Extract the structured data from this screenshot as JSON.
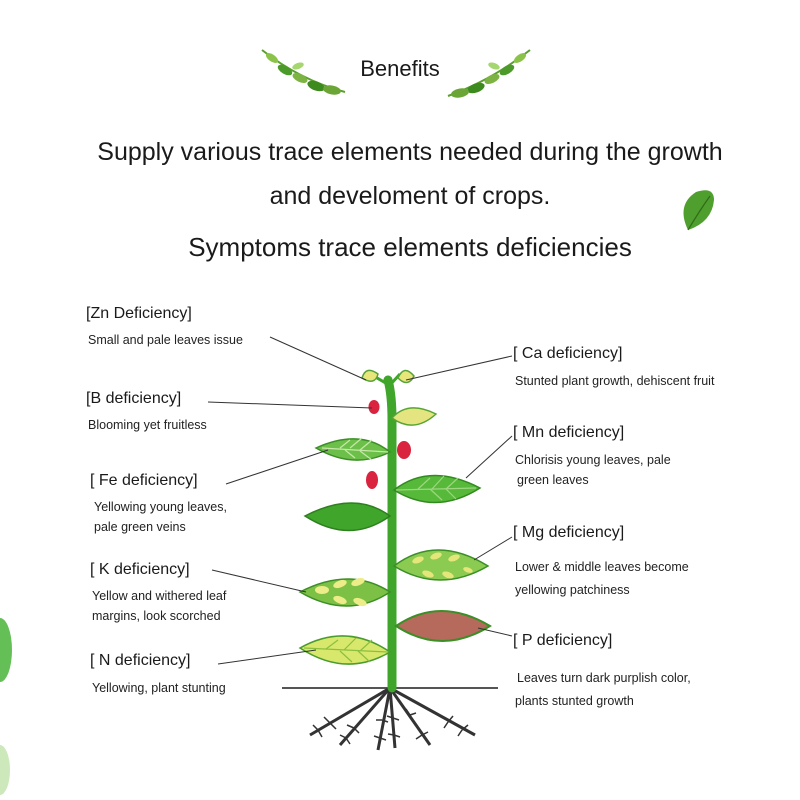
{
  "header": {
    "title": "Benefits",
    "line1": "Supply various trace elements needed during the growth",
    "line2": "and develoment of crops.",
    "line3": "Symptoms trace elements deficiencies"
  },
  "colors": {
    "stem": "#3fa52b",
    "leaf_green": "#45b031",
    "leaf_yellow": "#e6e067",
    "leaf_purple": "#b56a5c",
    "fruit_red": "#d9233f",
    "root": "#333333"
  },
  "deficiencies": {
    "zn": {
      "name": "[Zn Deficiency]",
      "desc": "Small and pale leaves issue"
    },
    "b": {
      "name": "[B deficiency]",
      "desc": "Blooming yet fruitless"
    },
    "fe": {
      "name": "[ Fe deficiency]",
      "desc1": "Yellowing young leaves,",
      "desc2": "pale green veins"
    },
    "k": {
      "name": "[ K deficiency]",
      "desc1": "Yellow and withered leaf",
      "desc2": "margins, look scorched"
    },
    "n": {
      "name": "[ N deficiency]",
      "desc": "Yellowing, plant stunting"
    },
    "ca": {
      "name": "[ Ca deficiency]",
      "desc": "Stunted plant growth, dehiscent fruit"
    },
    "mn": {
      "name": "[ Mn deficiency]",
      "desc1": "Chlorisis young leaves, pale",
      "desc2": "green leaves"
    },
    "mg": {
      "name": "[ Mg deficiency]",
      "desc1": "Lower & middle leaves  become",
      "desc2": "yellowing patchiness"
    },
    "p": {
      "name": "[ P deficiency]",
      "desc1": "Leaves turn dark purplish color,",
      "desc2": "plants stunted growth"
    }
  }
}
